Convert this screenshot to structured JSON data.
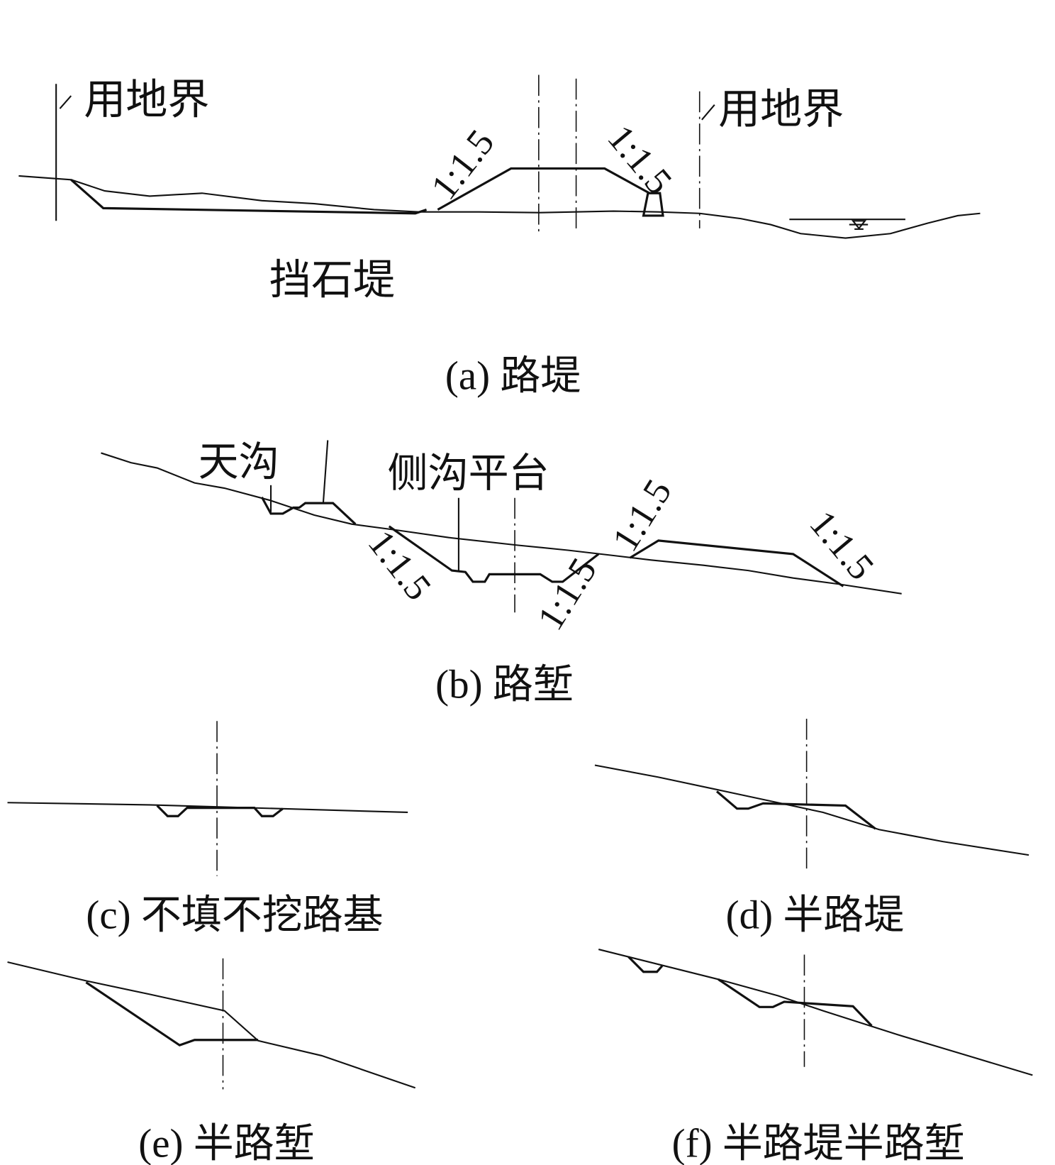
{
  "panel_a": {
    "caption": "(a) 路堤",
    "boundary_left": "用地界",
    "boundary_right": "用地界",
    "retaining": "挡石堤",
    "slope_left": "1:1.5",
    "slope_right": "1:1.5"
  },
  "panel_b": {
    "caption": "(b) 路堑",
    "ditch_label": "天沟",
    "platform_label": "侧沟平台",
    "slope_1": "1:1.5",
    "slope_2": "1:1.5",
    "slope_3": "1:1.5",
    "slope_4": "1:1.5"
  },
  "panel_c": {
    "caption": "(c) 不填不挖路基"
  },
  "panel_d": {
    "caption": "(d) 半路堤"
  },
  "panel_e": {
    "caption": "(e) 半路堑"
  },
  "panel_f": {
    "caption": "(f) 半路堤半路堑"
  }
}
